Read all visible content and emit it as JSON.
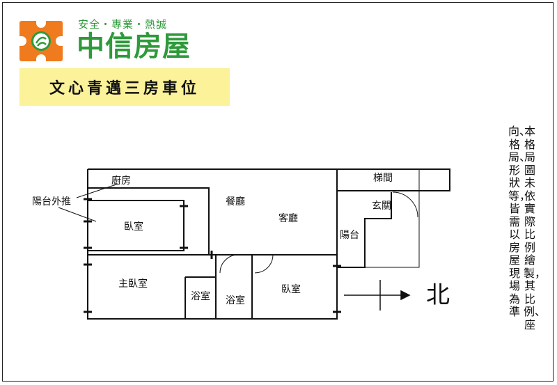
{
  "brand": {
    "slogan": "安全・專業・熱誠",
    "name": "中信房屋",
    "colors": {
      "green": "#2e9a3a",
      "orange": "#f07a1e",
      "title_band": "#fbf29a"
    }
  },
  "listing": {
    "title": "文心青邁三房車位"
  },
  "plan": {
    "rooms": {
      "kitchen": "廚房",
      "balcony_pushed_out": "陽台外推",
      "dining": "餐廳",
      "stairs": "梯間",
      "bedroom_1": "臥室",
      "living": "客廳",
      "entrance": "玄關",
      "balcony": "陽台",
      "master_bedroom": "主臥室",
      "bath_1": "浴室",
      "bath_2": "浴室",
      "bedroom_2": "臥室"
    },
    "north": "北"
  },
  "note": {
    "line_1": "本格局圖未依實際比例繪製，其比例、座",
    "line_2": "向、格局、形狀等，皆需以房屋現場為準"
  }
}
